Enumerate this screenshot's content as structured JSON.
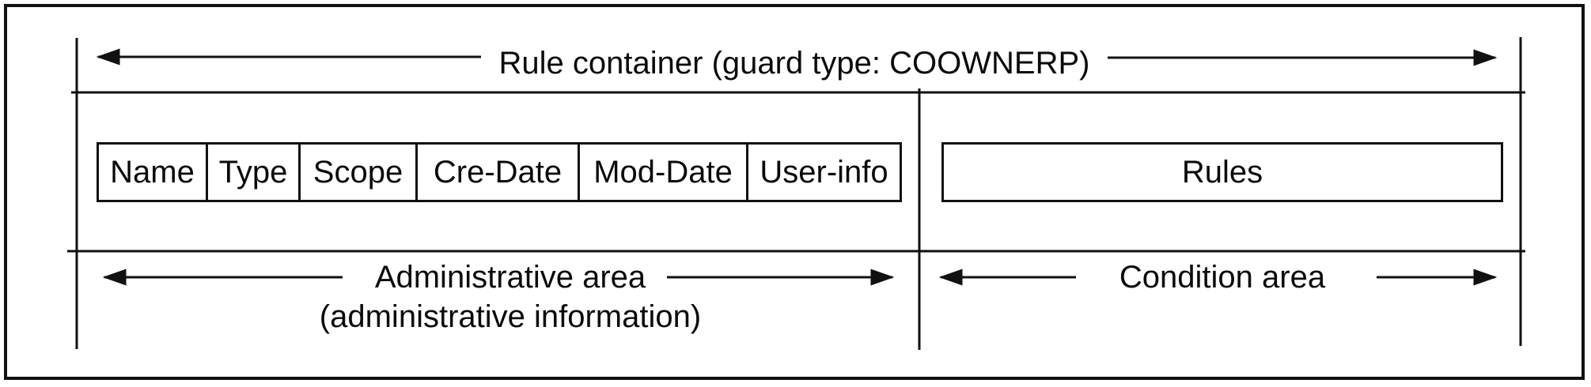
{
  "diagram": {
    "title": "Rule container (guard type: COOWNERP)",
    "admin_table": {
      "columns": [
        "Name",
        "Type",
        "Scope",
        "Cre-Date",
        "Mod-Date",
        "User-info"
      ]
    },
    "rules_box": {
      "label": "Rules"
    },
    "areas": {
      "administrative": {
        "label": "Administrative area",
        "sublabel": "(administrative information)"
      },
      "condition": {
        "label": "Condition area"
      }
    },
    "colors": {
      "line": "#111111",
      "text": "#0a0a0a",
      "background": "#ffffff"
    }
  }
}
